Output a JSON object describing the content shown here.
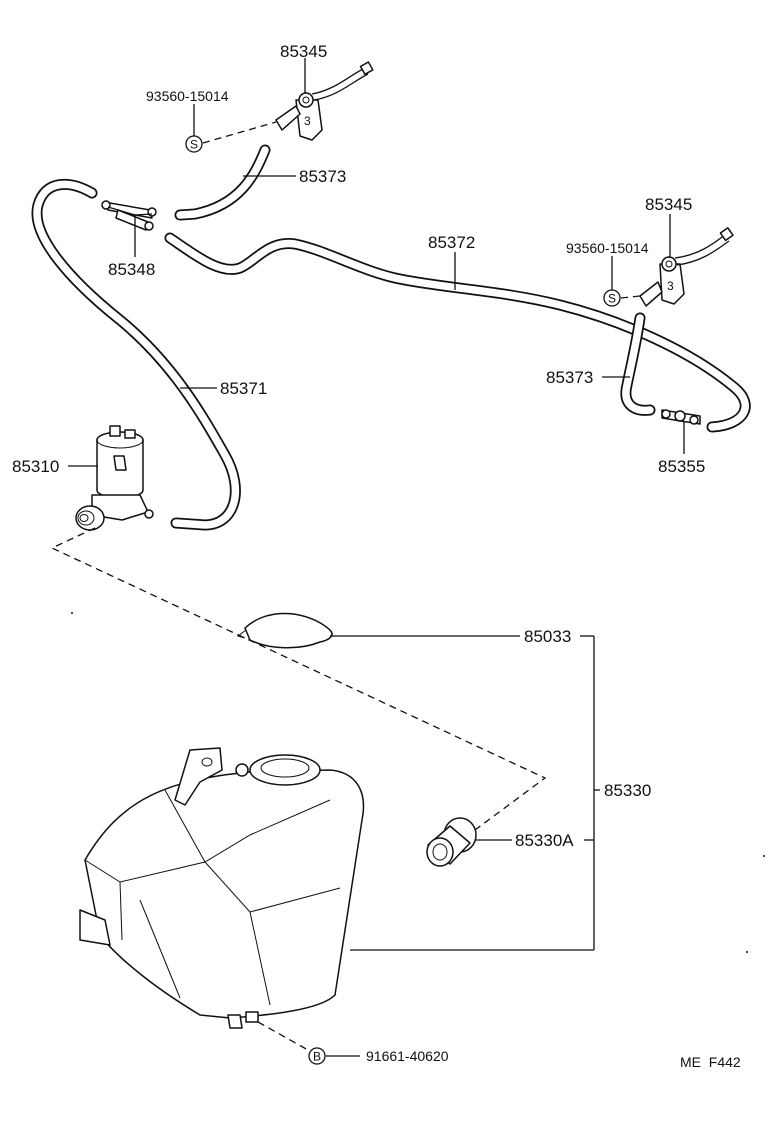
{
  "callouts": {
    "nozzle_left": "85345",
    "screw_left": "93560-15014",
    "hose_short_left": "85373",
    "connector_left": "85348",
    "hose_long_left": "85371",
    "hose_main": "85372",
    "nozzle_right": "85345",
    "screw_right": "93560-15014",
    "hose_short_right": "85373",
    "connector_right": "85355",
    "pump": "85310",
    "cap": "85033",
    "tank_assy": "85330",
    "grommet": "85330A",
    "bolt": "91661-40620"
  },
  "symbols": {
    "screw_s1": "S",
    "screw_s2": "S",
    "bolt_b": "B"
  },
  "footer": {
    "code": "ME  F442"
  }
}
